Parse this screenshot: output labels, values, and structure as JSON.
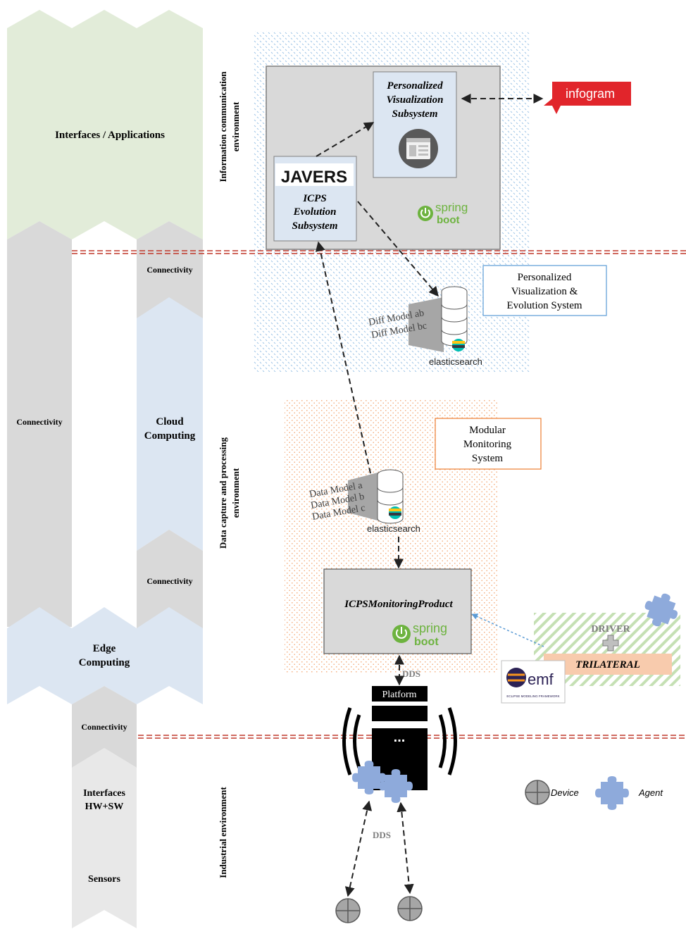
{
  "colors": {
    "green_band": "#e2ecd9",
    "grey_band": "#d9d9d9",
    "blue_band": "#dce6f2",
    "light_band": "#e8e8e8",
    "red_dash": "#c0392b",
    "blue_dots": "#9dc3e6",
    "orange_dots": "#f4b183",
    "blue_box_border": "#5b9bd5",
    "orange_box_border": "#ed7d31",
    "spring_green": "#6db33f",
    "infogram_red": "#e1252b",
    "trilateral_fill": "#f8cbad",
    "puzzle_blue": "#8eaadb"
  },
  "left_stack": {
    "interfaces_applications": "Interfaces / Applications",
    "connectivity_top": "Connectivity",
    "connectivity_left": "Connectivity",
    "cloud_computing_1": "Cloud",
    "cloud_computing_2": "Computing",
    "connectivity_mid": "Connectivity",
    "edge_computing_1": "Edge",
    "edge_computing_2": "Computing",
    "connectivity_bottom": "Connectivity",
    "interfaces_hw_1": "Interfaces",
    "interfaces_hw_2": "HW+SW",
    "sensors": "Sensors"
  },
  "environments": {
    "info_comm_1": "Information communication",
    "info_comm_2": "environment",
    "data_capture_1": "Data capture and processing",
    "data_capture_2": "environment",
    "industrial": "Industrial environment"
  },
  "pv": {
    "personalized_1": "Personalized",
    "personalized_2": "Visualization",
    "personalized_3": "Subsystem",
    "javers": "JAVERS",
    "icps_1": "ICPS",
    "icps_2": "Evolution",
    "icps_3": "Subsystem",
    "spring": "spring",
    "boot": "boot",
    "infogram": "infogram",
    "system_1": "Personalized",
    "system_2": "Visualization  &",
    "system_3": "Evolution System",
    "diff_1": "Diff Model ab",
    "diff_2": "Diff Model bc",
    "elasticsearch": "elasticsearch"
  },
  "mm": {
    "system_1": "Modular",
    "system_2": "Monitoring",
    "system_3": "System",
    "data_1": "Data Model a",
    "data_2": "Data Model b",
    "data_3": "Data Model c",
    "elasticsearch": "elasticsearch",
    "product": "ICPSMonitoringProduct",
    "spring": "spring",
    "boot": "boot",
    "dds_top": "DDS",
    "driver": "DRIVER",
    "trilateral": "TRILATERAL",
    "emf": "emf",
    "emf_sub": "ECLIPSE MODELING FRAMEWORK"
  },
  "industrial": {
    "platform": "Platform",
    "dots": "...",
    "dds_bottom": "DDS",
    "legend_device": "Device",
    "legend_agent": "Agent"
  }
}
